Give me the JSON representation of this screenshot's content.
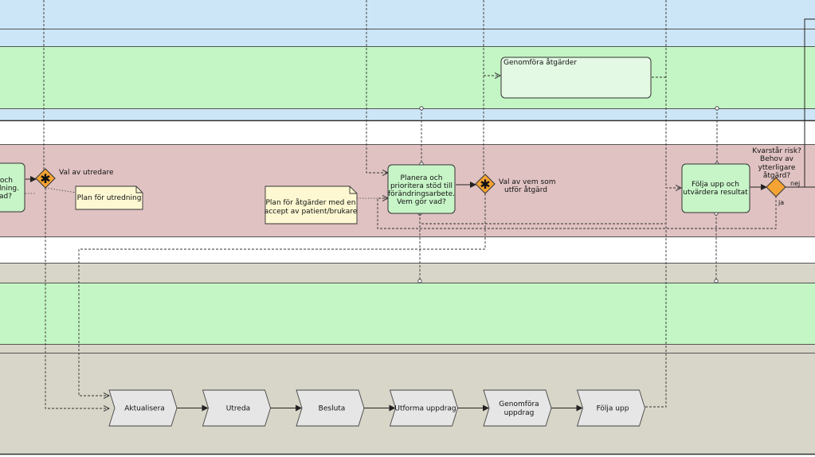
{
  "colors": {
    "lane_blue": "#cce6f7",
    "lane_green": "#c4f5c4",
    "lane_pink": "#e0c2c2",
    "lane_gray": "#d8d6c8",
    "task_green": "#c8f5c8",
    "task_light": "#e4f9e4",
    "note_yellow": "#fdf8d2",
    "gateway_orange": "#f5a433",
    "chevron_gray": "#e6e6e6"
  },
  "tasks": {
    "partial_left": [
      "och",
      "dning.",
      "vad?"
    ],
    "planera": [
      "Planera och",
      "prioritera stöd till",
      "förändringsarbete.",
      "Vem gör vad?"
    ],
    "genomfora": "Genomföra åtgärder",
    "folja": [
      "Följa upp och",
      "utvärdera resultat"
    ]
  },
  "gateways": {
    "g1_label": "Val av utredare",
    "g2_label": [
      "Val av vem som",
      "utför åtgärd"
    ],
    "g3_label": [
      "Kvarstår risk?",
      "Behov av",
      "ytterligare",
      "åtgärd?"
    ],
    "g3_no": "nej",
    "g3_yes": "ja"
  },
  "notes": {
    "plan_utredning": "Plan för utredning",
    "plan_atgarder": [
      "Plan för åtgärder med en",
      "accept av patient/brukare"
    ]
  },
  "chevrons": [
    {
      "label": [
        "Aktualisera"
      ]
    },
    {
      "label": [
        "Utreda"
      ]
    },
    {
      "label": [
        "Besluta"
      ]
    },
    {
      "label": [
        "Utforma uppdrag"
      ]
    },
    {
      "label": [
        "Genomföra",
        "uppdrag"
      ]
    },
    {
      "label": [
        "Följa upp"
      ]
    }
  ]
}
